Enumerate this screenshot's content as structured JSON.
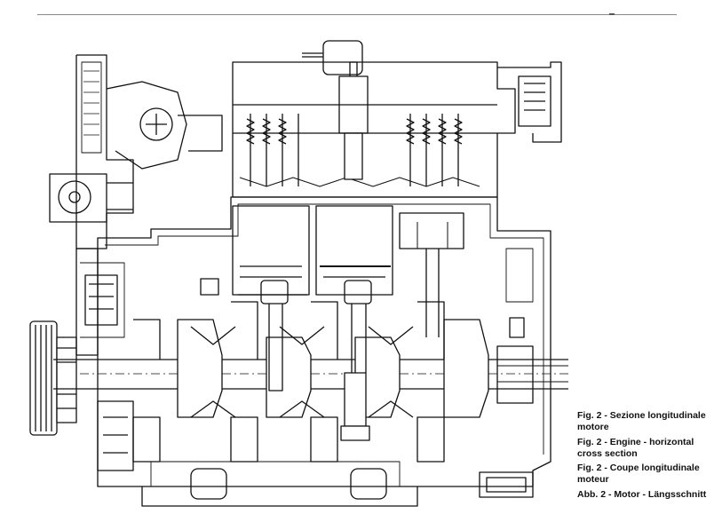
{
  "figure": {
    "captions": [
      {
        "line1": "Fig. 2 - Sezione longitudinale",
        "line2": "motore"
      },
      {
        "line1": "Fig. 2 - Engine - horizontal",
        "line2": "cross section"
      },
      {
        "line1": "Fig. 2 - Coupe longitudinale",
        "line2": "moteur"
      },
      {
        "line1": "Abb. 2 - Motor - Längsschnitt",
        "line2": ""
      }
    ]
  },
  "colors": {
    "ink": "#111111",
    "paper": "#ffffff"
  }
}
